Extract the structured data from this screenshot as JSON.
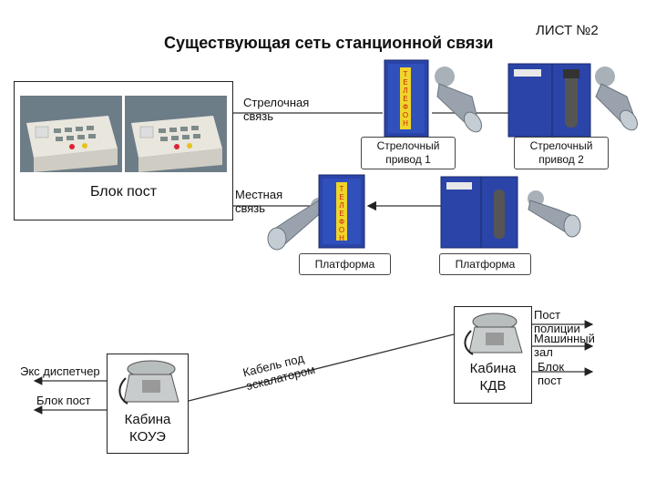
{
  "sheet_label": "ЛИСТ №2",
  "title": "Существующая сеть станционной связи",
  "block_post": {
    "label": "Блок пост"
  },
  "links": {
    "switch_link": "Стрелочная связь",
    "local_link": "Местная связь",
    "cable": "Кабель под эскалатором"
  },
  "devices": {
    "switch_drive_1": "Стрелочный привод 1",
    "switch_drive_2": "Стрелочный привод 2",
    "platform_1": "Платформа",
    "platform_2": "Платформа",
    "phone_word": "ТЕЛЕФОН"
  },
  "cabins": {
    "kdv": {
      "line1": "Кабина",
      "line2": "КДВ"
    },
    "koue": {
      "line1": "Кабина",
      "line2": "КОУЭ"
    }
  },
  "kdv_outputs": [
    "Пост полиции",
    "Машинный зал",
    "Блок пост"
  ],
  "koue_outputs": [
    "Экс диспетчер",
    "Блок пост"
  ],
  "colors": {
    "cabinet_blue": "#2b44a8",
    "phone_gray": "#c8cccc",
    "horn_gray": "#9aa3ad"
  }
}
